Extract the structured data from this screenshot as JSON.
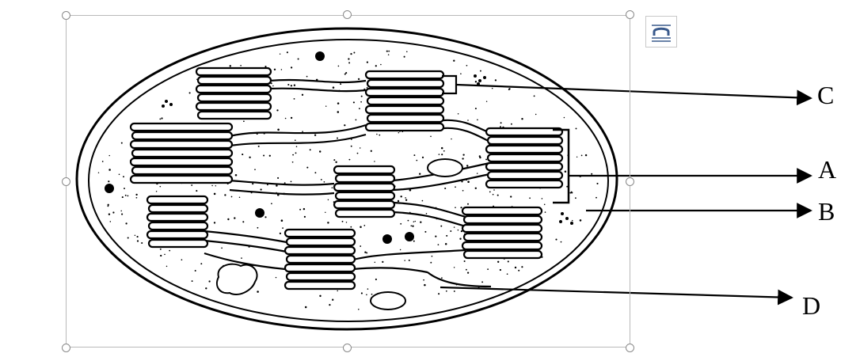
{
  "diagram": {
    "labels": {
      "a": "A",
      "b": "B",
      "c": "C",
      "d": "D"
    },
    "icons": {
      "layout_options": "layout-options-icon"
    },
    "colors": {
      "stroke": "#000000",
      "selection": "#b9b9b9",
      "handle_border": "#8a8a8a",
      "icon_accent": "#3a5a8c"
    }
  }
}
